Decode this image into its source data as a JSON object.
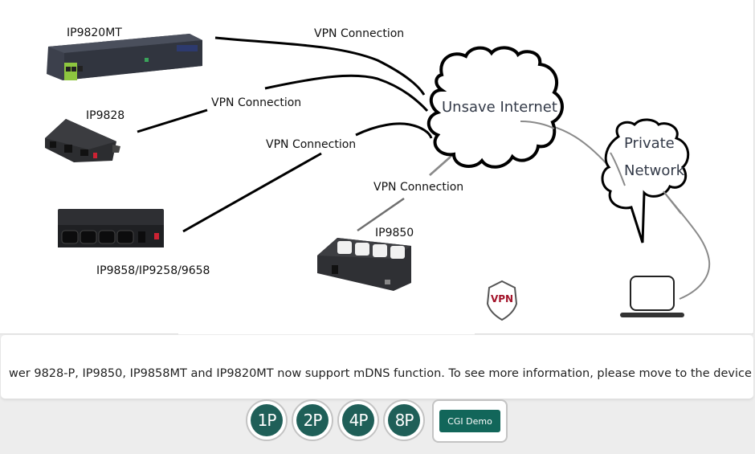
{
  "diagram": {
    "devices": [
      {
        "id": "ip9820mt",
        "label": "IP9820MT"
      },
      {
        "id": "ip9828",
        "label": "IP9828"
      },
      {
        "id": "ip9858",
        "label": "IP9858/IP9258/9658"
      },
      {
        "id": "ip9850",
        "label": "IP9850"
      }
    ],
    "connection_labels": [
      "VPN Connection",
      "VPN Connection",
      "VPN Connection",
      "VPN Connection"
    ],
    "internet_cloud_label": "Unsave Internet",
    "private_cloud_label_line1": "Private",
    "private_cloud_label_line2": "Network",
    "vpn_badge_text": "VPN",
    "colors": {
      "vpn_badge": "#a3132a",
      "device_body": "#3a3d45",
      "line_dark": "#000000",
      "line_grey": "#8a8a8a"
    }
  },
  "news": {
    "ticker_text": "wer 9828-P, IP9850, IP9858MT and IP9820MT now support mDNS function. To see more information, please move to the device"
  },
  "buttons": {
    "ports": [
      "1P",
      "2P",
      "4P",
      "8P"
    ],
    "cgi_demo": "CGI Demo",
    "accent": "#1f5f58"
  }
}
